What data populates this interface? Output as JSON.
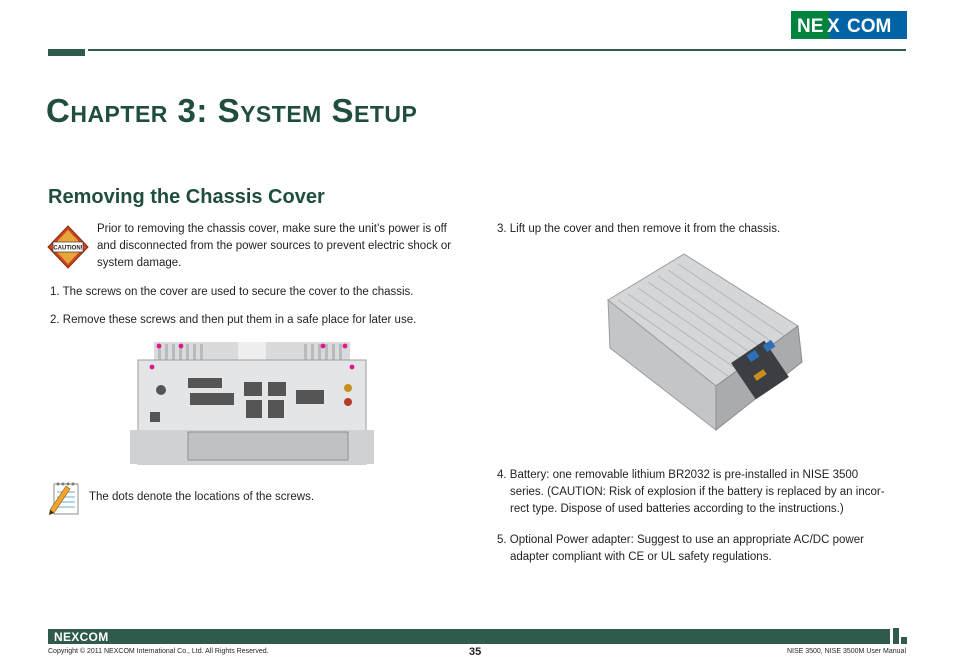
{
  "header": {
    "logo_text_left": "NE",
    "logo_text_x": "X",
    "logo_text_right": "COM",
    "brand_color": "#2f5a4c",
    "logo_green": "#00843d",
    "logo_blue": "#0063a6"
  },
  "chapter_title": "Chapter 3: System Setup",
  "section_heading": "Removing the Chassis Cover",
  "caution": {
    "icon": "caution-sign-icon",
    "icon_label": "CAUTION!",
    "text": "Prior to removing the chassis cover, make sure the unit’s power is off and disconnected from the power sources to prevent electric shock or system damage."
  },
  "steps": {
    "step1": "1.  The screws on the cover are used to secure the cover to the chassis.",
    "step2": "2.  Remove these screws and then put them in a safe place for later use.",
    "step3": "3.  Lift up the cover and then remove it from the chassis.",
    "step4_line1": "4. Battery:  one removable lithium BR2032 is pre-installed in NISE 3500",
    "step4_line2": "series. (CAUTION: Risk of explosion if the battery is replaced by an incor-",
    "step4_line3": "rect type. Dispose of used batteries according to the instructions.)",
    "step5_line1": "5. Optional Power adapter:  Suggest to use an appropriate AC/DC power",
    "step5_line2": "adapter compliant with CE or UL safety regulations."
  },
  "note": {
    "icon": "note-pad-icon",
    "text": "The dots denote the locations of the screws."
  },
  "images": {
    "rear_panel": "rear-panel-photo",
    "chassis": "chassis-cover-photo"
  },
  "footer": {
    "logo_left": "NE",
    "logo_x": "X",
    "logo_right": "COM",
    "copyright": "Copyright © 2011 NEXCOM International Co., Ltd. All Rights Reserved.",
    "page_number": "35",
    "manual_name": "NISE 3500, NISE 3500M User Manual"
  }
}
